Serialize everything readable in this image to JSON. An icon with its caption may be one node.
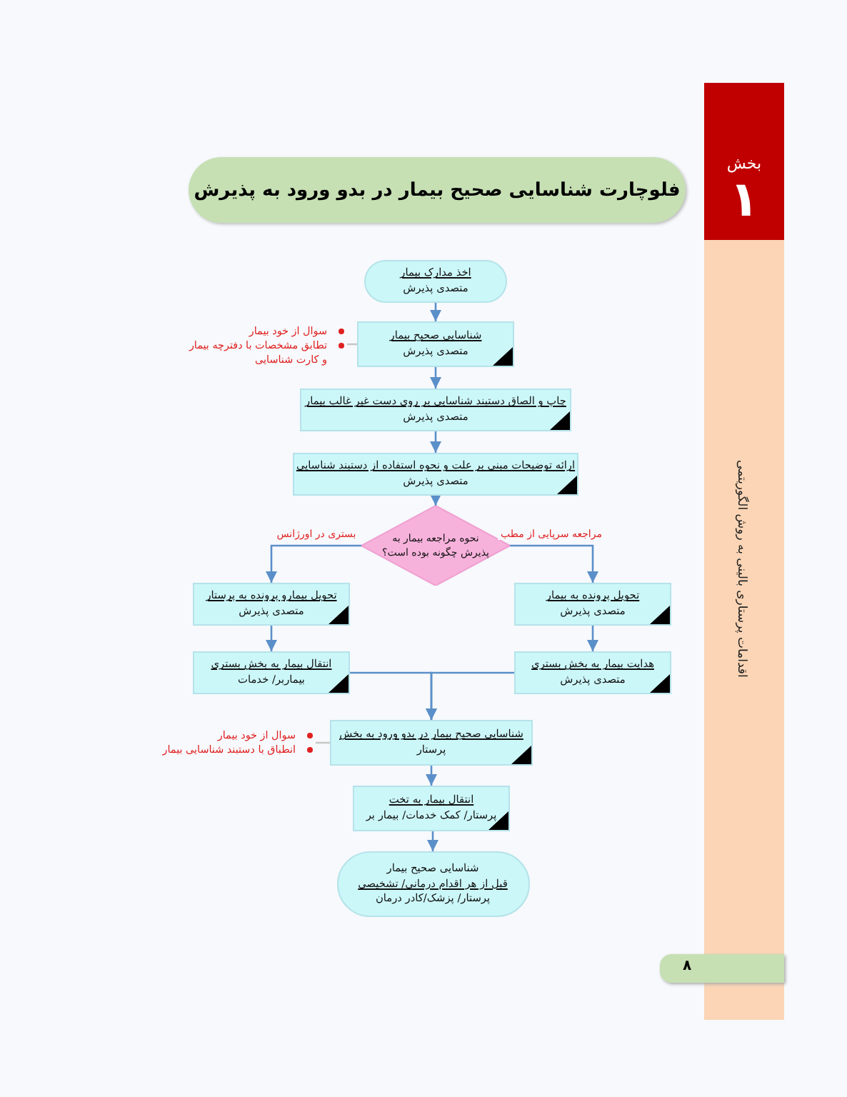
{
  "diagram": {
    "title": "فلوچارت شناسایی صحیح بیمار در بدو ورود به پذیرش",
    "nodes": [
      {
        "text": [
          "اخذ مدارک بیمار",
          "متصدی پذیرش"
        ]
      },
      {
        "text": [
          "شناسایی صحیح بیمار",
          "متصدی پذیرش"
        ]
      },
      {
        "text": [
          "چاپ و الصاق دستبند شناسایی بر روی دست غیر غالب بیمار",
          "متصدی پذیرش"
        ]
      },
      {
        "text": [
          "ارائه توضیحات مبنی بر علت و نحوه استفاده از دستبند شناسایی",
          "متصدی پذیرش"
        ]
      },
      {
        "text": [
          "نحوه مراجعه بیمار به پذیرش چگونه بوده است؟"
        ]
      },
      {
        "text": [
          "تحویل بیمارو پرونده به پرستار",
          "متصدی پذیرش"
        ]
      },
      {
        "text": [
          "تحویل پرونده به بیمار",
          "متصدی پذیرش"
        ]
      },
      {
        "text": [
          "انتقال بیمار به بخش بستری",
          "بیماربر/ خدمات"
        ]
      },
      {
        "text": [
          "هدایت بیمار به بخش بستری",
          "متصدی پذیرش"
        ]
      },
      {
        "text": [
          "شناسایی صحیح بیمار در بدو ورود به بخش",
          "پرستار"
        ]
      },
      {
        "text": [
          "انتقال بیمار به تخت",
          "پرستار/ کمک خدمات/ بیمار بر"
        ]
      },
      {
        "text": [
          "شناسایی صحیح بیمار",
          "قبل از هر اقدام درمانی/ تشخیصی",
          "پرستار/ پزشک/کادر درمان"
        ]
      },
      {
        "text": [
          "سوال از خود بیمار",
          "تطابق مشخصات با دفترچه بیمار و کارت شناسایی"
        ]
      },
      {
        "text": [
          "سوال از خود بیمار",
          "انطباق با دستبند شناسایی بیمار"
        ]
      }
    ],
    "edges": [
      {
        "from": 0,
        "to": 1,
        "arrow": "to"
      },
      {
        "from": 1,
        "to": 2,
        "arrow": "to"
      },
      {
        "from": 2,
        "to": 3,
        "arrow": "to"
      },
      {
        "from": 3,
        "to": 4,
        "arrow": "to"
      },
      {
        "from": 4,
        "to": 5,
        "arrow": "to",
        "label": "بستری در اورژانس"
      },
      {
        "from": 4,
        "to": 6,
        "arrow": "to",
        "label": "مراجعه سرپایی از مطب"
      },
      {
        "from": 5,
        "to": 7,
        "arrow": "to"
      },
      {
        "from": 6,
        "to": 8,
        "arrow": "to"
      },
      {
        "from": 7,
        "to": 9,
        "arrow": "to"
      },
      {
        "from": 8,
        "to": 9,
        "arrow": "to"
      },
      {
        "from": 9,
        "to": 10,
        "arrow": "to"
      },
      {
        "from": 10,
        "to": 11,
        "arrow": "to"
      },
      {
        "from": 12,
        "to": 1,
        "arrow": "none",
        "color": "#c8c8c8"
      },
      {
        "from": 13,
        "to": 9,
        "arrow": "none",
        "color": "#c8c8c8"
      }
    ],
    "labels": [
      "بخش",
      "۱",
      "اقدامات پرستاری بالینی به روش الگوریتمی",
      "۸"
    ]
  }
}
